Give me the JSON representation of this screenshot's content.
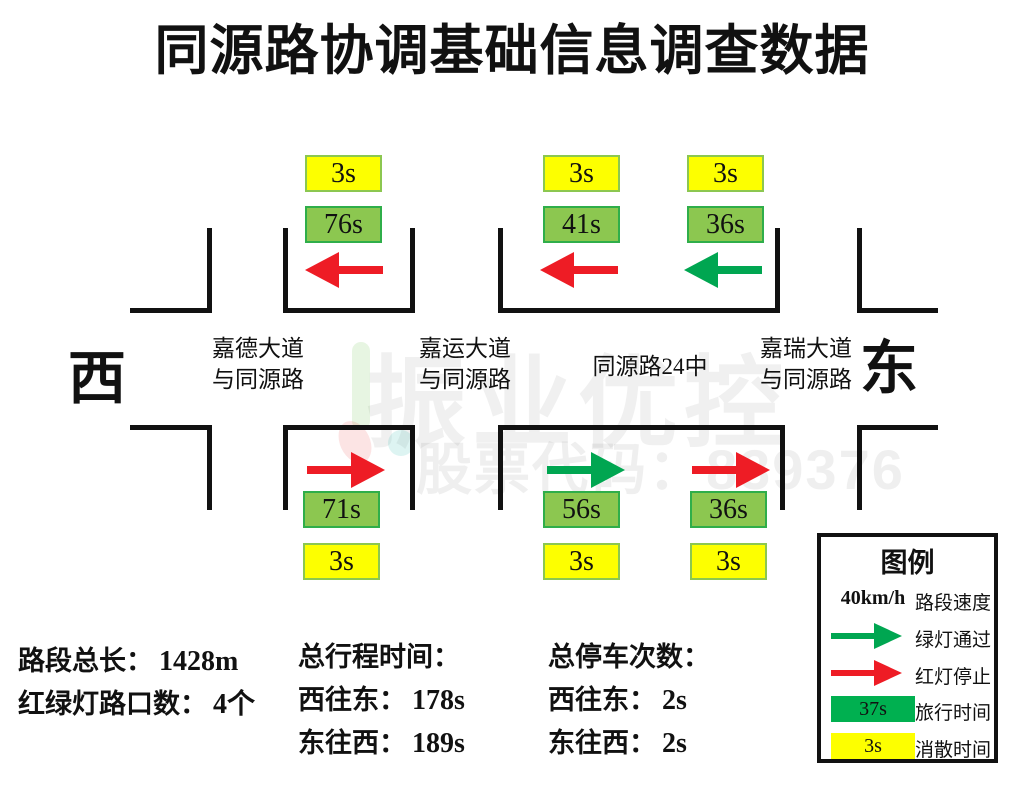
{
  "title": "同源路协调基础信息调查数据",
  "directions": {
    "west": "西",
    "east": "东"
  },
  "intersections": [
    {
      "line1": "嘉德大道",
      "line2": "与同源路"
    },
    {
      "line1": "嘉运大道",
      "line2": "与同源路"
    },
    {
      "line1": "同源路24中"
    },
    {
      "line1": "嘉瑞大道",
      "line2": "与同源路"
    }
  ],
  "segments": {
    "westbound": [
      {
        "dissipation": "3s",
        "travel": "76s",
        "signal": "red"
      },
      {
        "dissipation": "3s",
        "travel": "41s",
        "signal": "red"
      },
      {
        "dissipation": "3s",
        "travel": "36s",
        "signal": "green"
      }
    ],
    "eastbound": [
      {
        "travel": "71s",
        "dissipation": "3s",
        "signal": "red"
      },
      {
        "travel": "56s",
        "dissipation": "3s",
        "signal": "green"
      },
      {
        "travel": "36s",
        "dissipation": "3s",
        "signal": "red"
      }
    ]
  },
  "stats": {
    "col1": {
      "line1_label": "路段总长：",
      "line1_value": "1428m",
      "line2_label": "红绿灯路口数：",
      "line2_value": "4个"
    },
    "col2": {
      "heading": "总行程时间：",
      "line1_label": "西往东：",
      "line1_value": "178s",
      "line2_label": "东往西：",
      "line2_value": "189s"
    },
    "col3": {
      "heading": "总停车次数：",
      "line1_label": "西往东：",
      "line1_value": "2s",
      "line2_label": "东往西：",
      "line2_value": "2s"
    }
  },
  "legend": {
    "title": "图例",
    "speed": {
      "value": "40km/h",
      "label": "路段速度"
    },
    "green_arrow": {
      "signal": "green",
      "label": "绿灯通过"
    },
    "red_arrow": {
      "signal": "red",
      "label": "红灯停止"
    },
    "travel": {
      "value": "37s",
      "label": "旅行时间"
    },
    "dissipation": {
      "value": "3s",
      "label": "消散时间"
    }
  },
  "watermark": {
    "brand": "振业优控",
    "stock": "股票代码：839376"
  },
  "colors": {
    "red": "#EE1C25",
    "green": "#00A651",
    "light_green": "#8CC750",
    "box_border_green": "#2FAE4A",
    "dark_green": "#00B050",
    "yellow": "#FDFF00",
    "road": "#111111"
  }
}
